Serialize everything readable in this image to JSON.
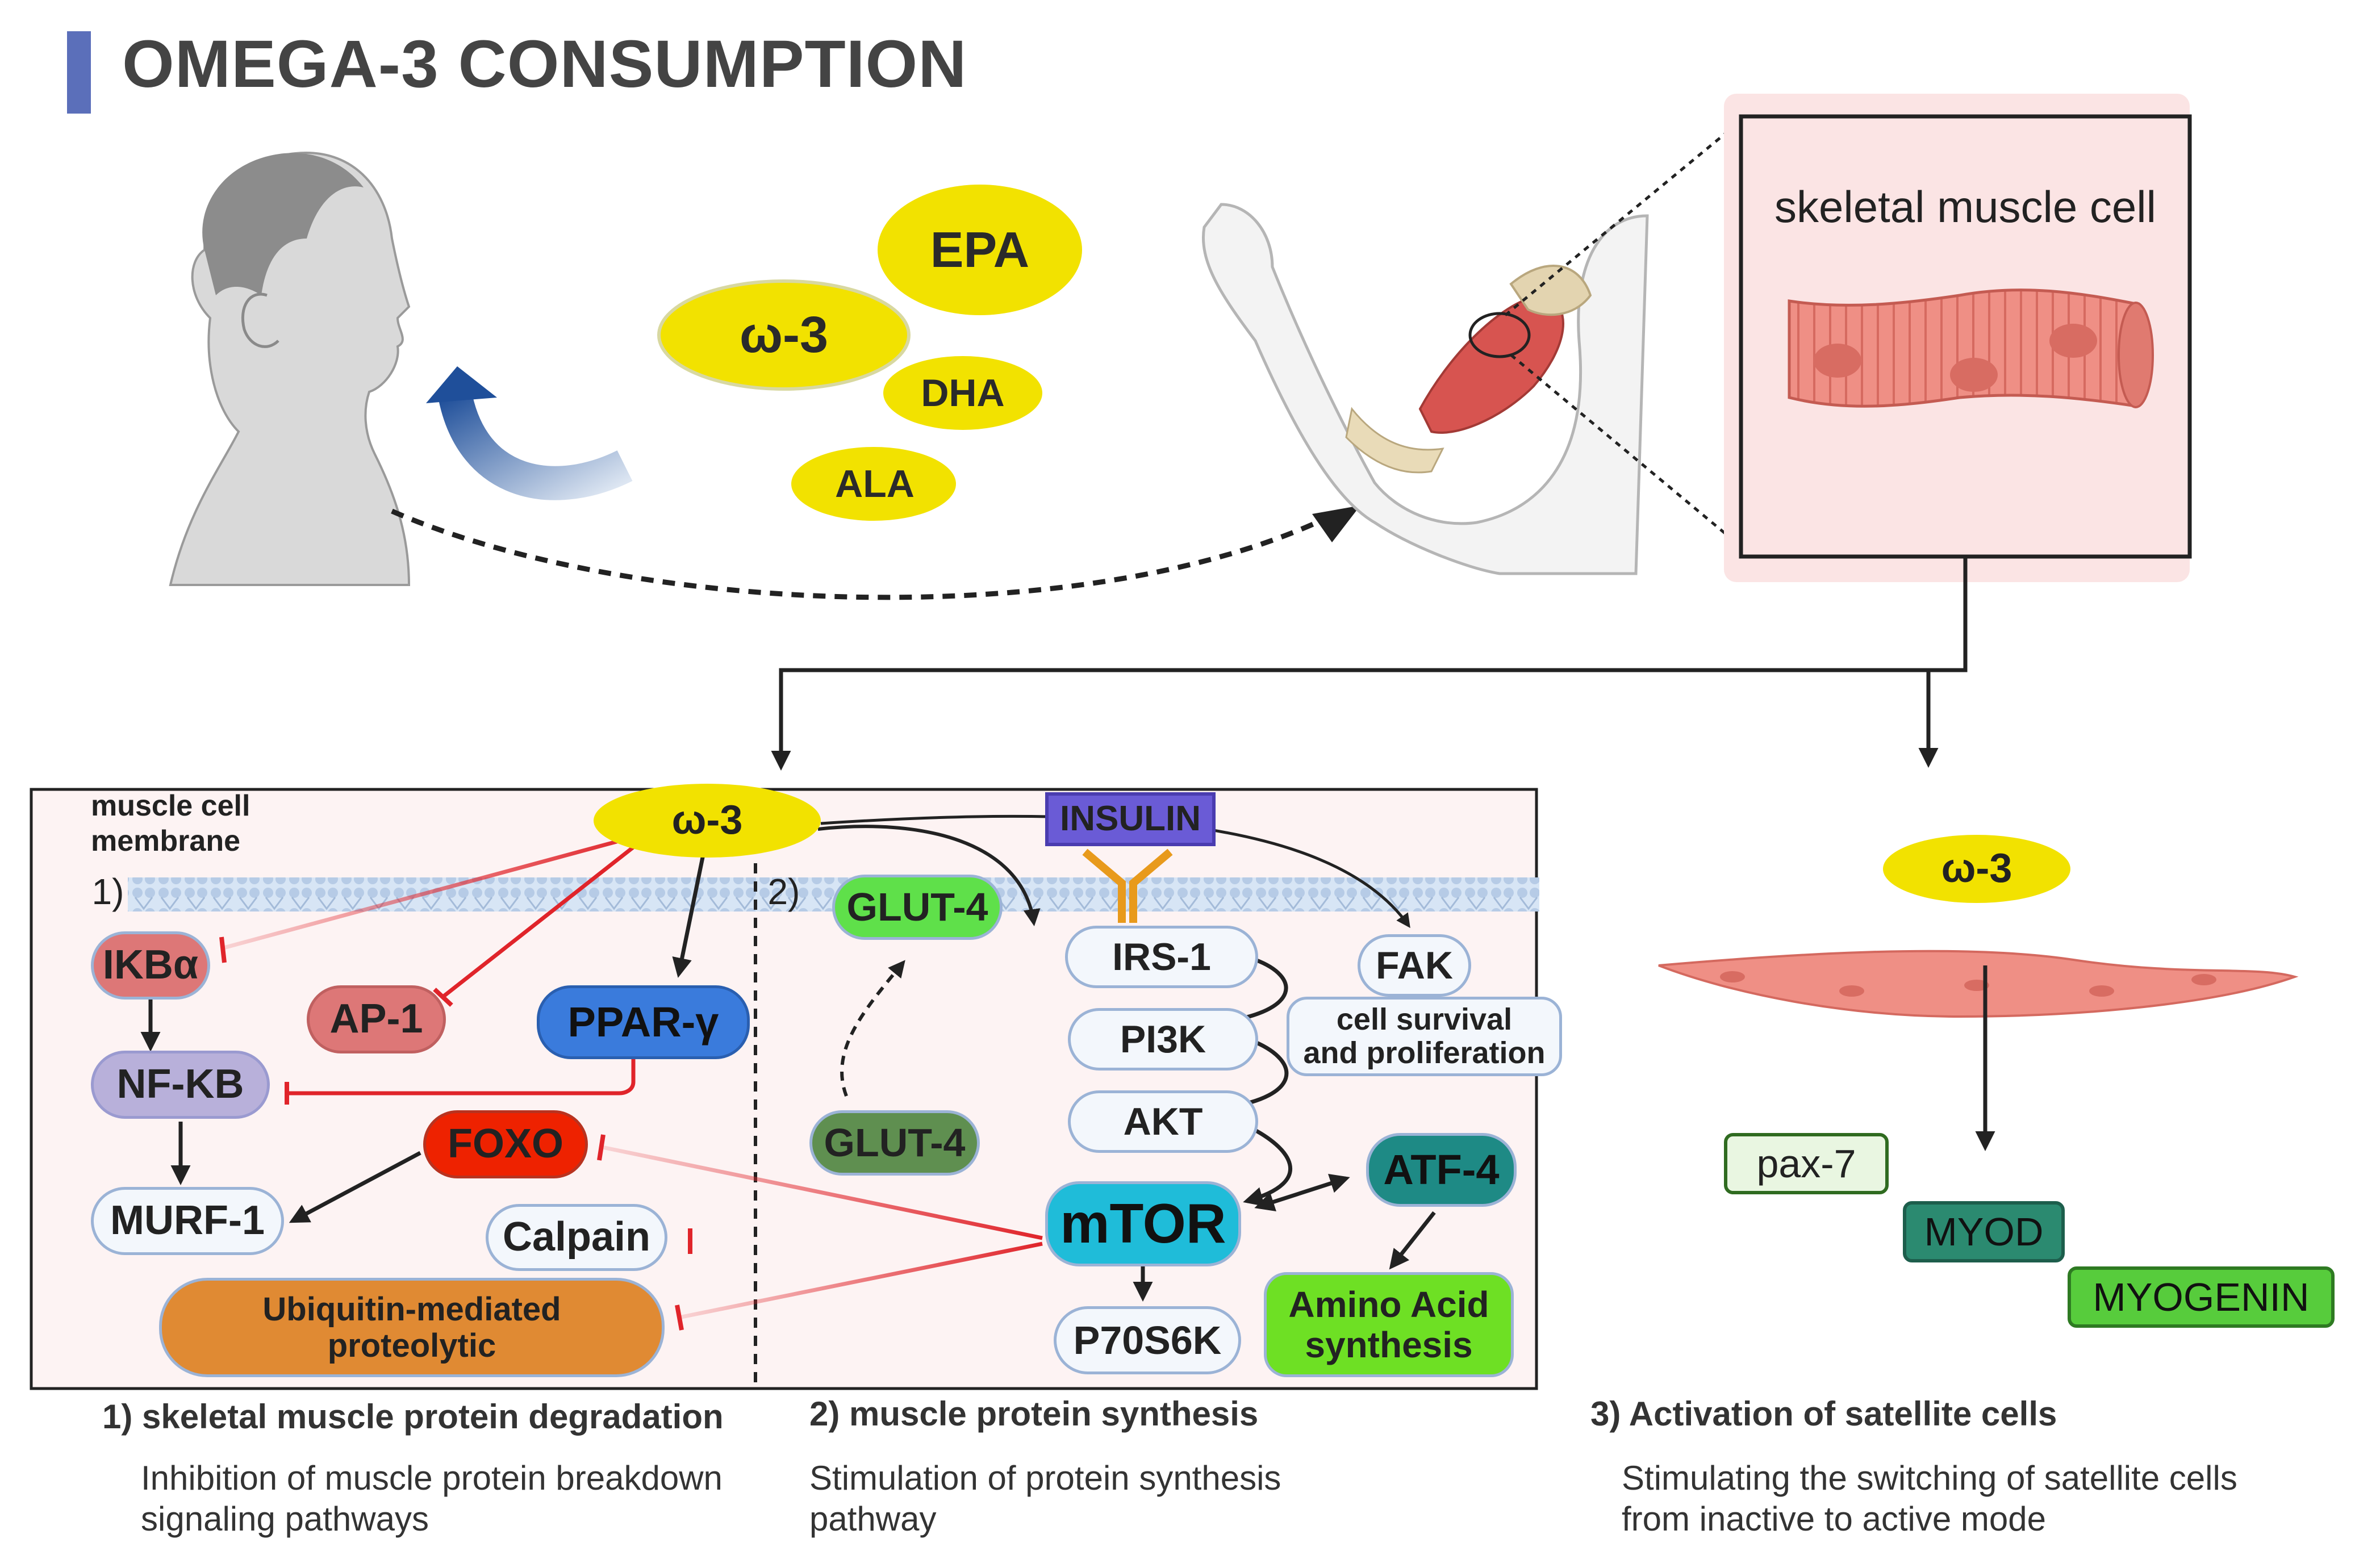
{
  "title": "OMEGA-3 CONSUMPTION",
  "top_panel": {
    "omega3": "ω-3",
    "epa": "EPA",
    "dha": "DHA",
    "ala": "ALA",
    "cell_label": "skeletal muscle cell"
  },
  "pathway_box": {
    "membrane_label_1": "muscle cell",
    "membrane_label_2": "membrane",
    "omega3": "ω-3",
    "insulin": "INSULIN",
    "section1": "1)",
    "section2": "2)",
    "ikba": "IKBα",
    "ap1": "AP-1",
    "ppar": "PPAR-γ",
    "nfkb": "NF-KB",
    "foxo": "FOXO",
    "murf1": "MURF-1",
    "calpain": "Calpain",
    "ubiquitin_1": "Ubiquitin-mediated",
    "ubiquitin_2": "proteolytic",
    "glut4_top": "GLUT-4",
    "glut4_bottom": "GLUT-4",
    "irs1": "IRS-1",
    "pi3k": "PI3K",
    "akt": "AKT",
    "mtor": "mTOR",
    "p70s6k": "P70S6K",
    "fak": "FAK",
    "survival_1": "cell survival",
    "survival_2": "and proliferation",
    "atf4": "ATF-4",
    "amino_1": "Amino Acid",
    "amino_2": "synthesis"
  },
  "satellite": {
    "omega3": "ω-3",
    "pax7": "pax-7",
    "myod": "MYOD",
    "myogenin": "MYOGENIN"
  },
  "captions": {
    "c1_title": "1) skeletal muscle protein degradation",
    "c1_line1": "Inhibition of muscle protein breakdown",
    "c1_line2": "signaling pathways",
    "c2_title": "2) muscle protein synthesis",
    "c2_line1": "Stimulation of protein synthesis",
    "c2_line2": "pathway",
    "c3_title": "3) Activation of satellite cells",
    "c3_line1": "Stimulating the switching of satellite cells",
    "c3_line2": "from inactive to active mode"
  },
  "colors": {
    "omega_yellow": "#f2e200",
    "inhibit_red": "#e0242a",
    "title_bar": "#5b6fba"
  }
}
